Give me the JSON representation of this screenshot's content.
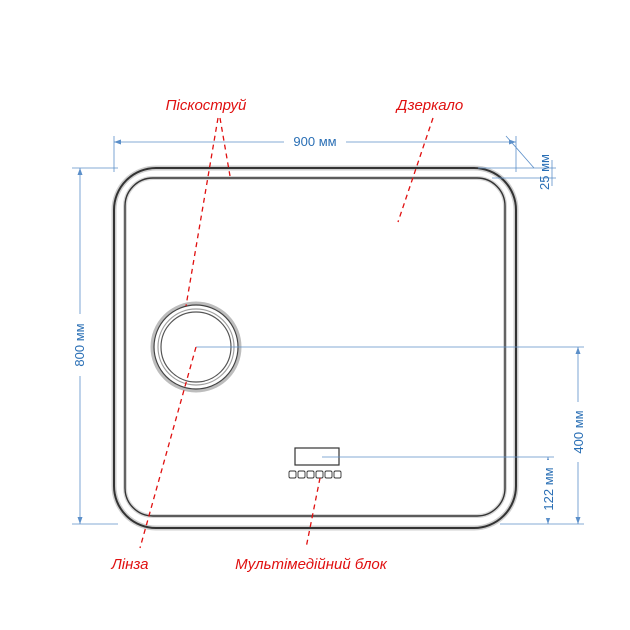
{
  "callouts": {
    "sandblast": "Піскоструй",
    "mirror": "Дзеркало",
    "lens": "Лінза",
    "media_block": "Мультімедійний блок"
  },
  "dimensions": {
    "width": "900 мм",
    "height": "800 мм",
    "frame": "25 мм",
    "lens_height": "400 мм",
    "media_height": "122 мм"
  },
  "colors": {
    "dimension": "#2a6fb5",
    "callout": "#e01010",
    "outline": "#333333"
  }
}
